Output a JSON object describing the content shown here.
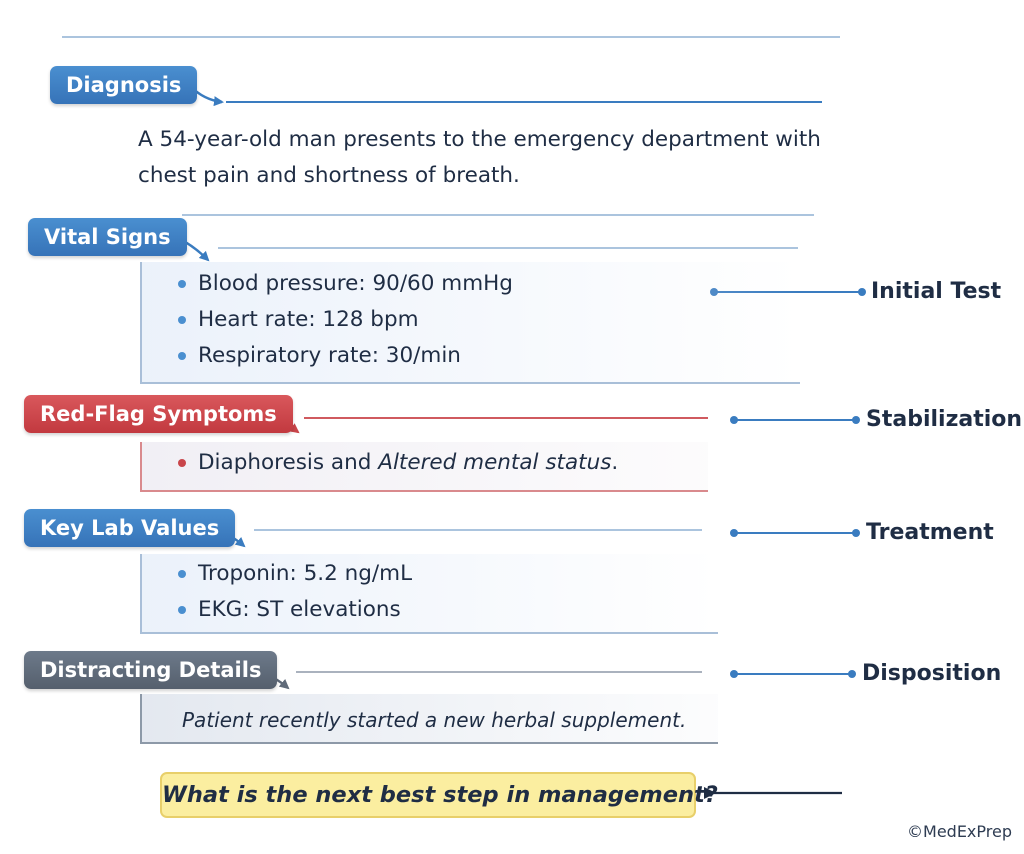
{
  "diagnosis": {
    "label": "Diagnosis",
    "text": "A 54-year-old man presents to the emergency department with chest pain and shortness of breath."
  },
  "vital_signs": {
    "label": "Vital Signs",
    "items": [
      "Blood pressure: 90/60 mmHg",
      "Heart rate: 128 bpm",
      "Respiratory rate: 30/min"
    ]
  },
  "red_flag": {
    "label": "Red-Flag Symptoms",
    "item_part1": "Diaphoresis and ",
    "item_part2": "Altered mental status",
    "item_end": "."
  },
  "labs": {
    "label": "Key Lab Values",
    "items": [
      "Troponin: 5.2 ng/mL",
      "EKG: ST elevations"
    ]
  },
  "distracting": {
    "label": "Distracting Details",
    "text": "Patient recently started a new herbal supplement."
  },
  "steps": [
    "Initial Test",
    "Stabilization",
    "Treatment",
    "Disposition"
  ],
  "question": "What is the next best step in management?",
  "copyright": "©MedExPrep",
  "colors": {
    "blue_label": "#3a7cc0",
    "red_label": "#c9454a",
    "gray_label": "#5f6a79",
    "question_fill": "#fbeea0",
    "text": "#1f2d44"
  }
}
